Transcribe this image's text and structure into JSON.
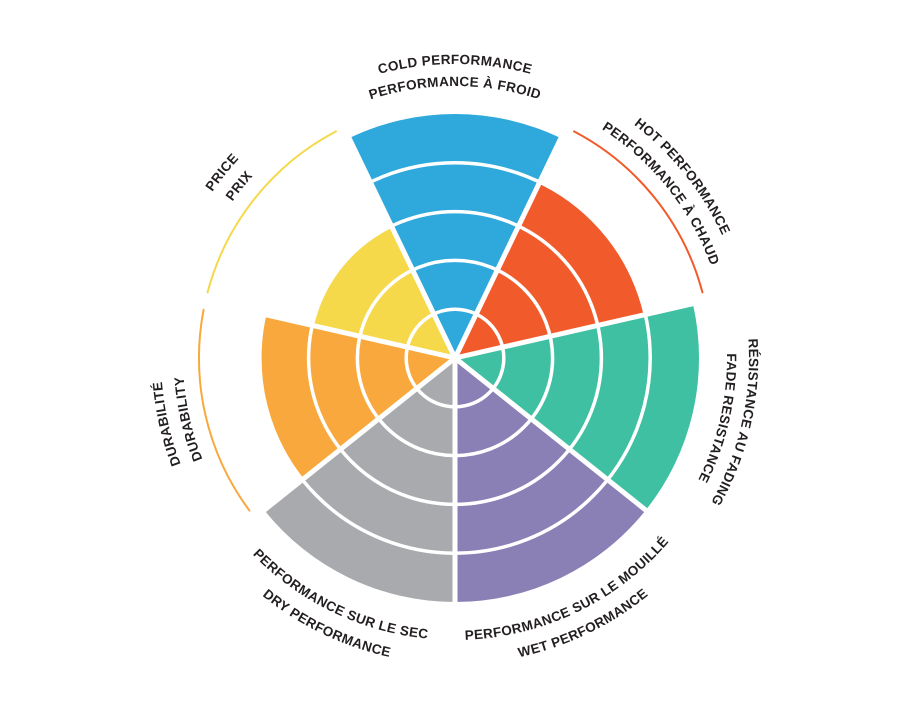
{
  "chart_data": {
    "type": "polar_area",
    "title": "",
    "scale": {
      "min": 0,
      "max": 5,
      "rings": 5
    },
    "layout": {
      "start_angle_deg": 0,
      "direction": "clockwise",
      "label_style": "curved-bilingual",
      "legend": "none",
      "grid": "white ring dividers and white radial separators over filled sectors; thin colored outer arc marks full scale on sectors below max"
    },
    "ring_color": "#FFFFFF",
    "separator_color": "#FFFFFF",
    "text_color": "#231F20",
    "background": "#FFFFFF",
    "segments": [
      {
        "id": "cold",
        "label_outer": "COLD PERFORMANCE",
        "label_inner": "PERFORMANCE À FROID",
        "value": 5,
        "color": "#2FA8DC",
        "label_side": "top",
        "scale_arc": false
      },
      {
        "id": "hot",
        "label_outer": "HOT PERFORMANCE",
        "label_inner": "PERFORMANCE À CHAUD",
        "value": 4,
        "color": "#F15B2B",
        "label_side": "top",
        "scale_arc": true
      },
      {
        "id": "fade",
        "label_outer": "RÉSISTANCE AU FADING",
        "label_inner": "FADE RESISTANCE",
        "value": 5,
        "color": "#3FC0A2",
        "label_side": "top",
        "scale_arc": false
      },
      {
        "id": "wet",
        "label_outer": "WET PERFORMANCE",
        "label_inner": "PERFORMANCE SUR LE MOUILLÉ",
        "value": 5,
        "color": "#8B80B5",
        "label_side": "bottom",
        "scale_arc": false
      },
      {
        "id": "dry",
        "label_outer": "DRY PERFORMANCE",
        "label_inner": "PERFORMANCE SUR LE SEC",
        "value": 5,
        "color": "#A8AAAD",
        "label_side": "bottom",
        "scale_arc": false
      },
      {
        "id": "durability",
        "label_outer": "DURABILITÉ",
        "label_inner": "DURABILITY",
        "value": 4,
        "color": "#F9A83D",
        "label_side": "top",
        "scale_arc": true
      },
      {
        "id": "price",
        "label_outer": "PRICE",
        "label_inner": "PRIX",
        "value": 3,
        "color": "#F6D84B",
        "label_side": "top",
        "scale_arc": true
      }
    ]
  }
}
